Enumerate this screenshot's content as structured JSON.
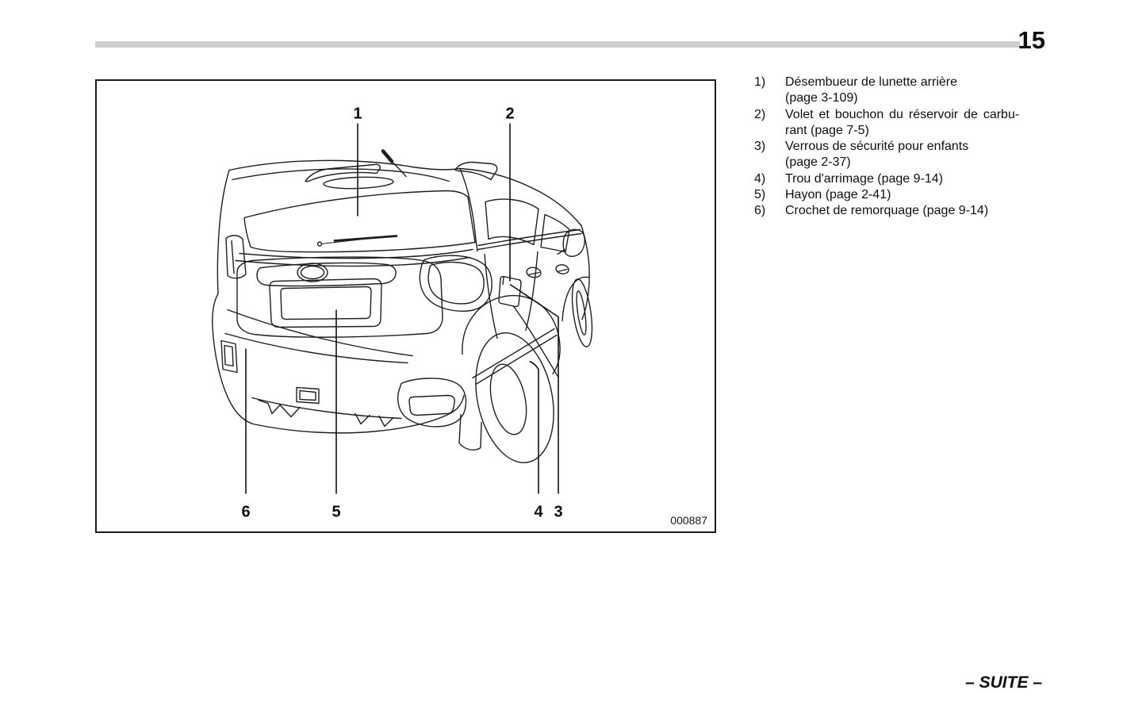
{
  "page": {
    "number": "15",
    "continuation": "– SUITE –"
  },
  "figure": {
    "code": "000887",
    "description": "rear-three-quarter line drawing of vehicle with numbered callouts",
    "callout_labels": {
      "top": [
        "1",
        "2"
      ],
      "bottom": [
        "6",
        "5",
        "4",
        "3"
      ]
    }
  },
  "legend": {
    "items": [
      {
        "number": "1)",
        "lines": [
          "Désembueur de lunette arrière",
          "(page 3-109)"
        ]
      },
      {
        "number": "2)",
        "lines": [
          "Volet et bouchon du réservoir de carbu-",
          "rant (page 7-5)"
        ]
      },
      {
        "number": "3)",
        "lines": [
          "Verrous de sécurité pour enfants",
          "(page 2-37)"
        ]
      },
      {
        "number": "4)",
        "lines": [
          "Trou d'arrimage (page 9-14)"
        ]
      },
      {
        "number": "5)",
        "lines": [
          "Hayon (page 2-41)"
        ]
      },
      {
        "number": "6)",
        "lines": [
          "Crochet de remorquage (page 9-14)"
        ]
      }
    ]
  }
}
